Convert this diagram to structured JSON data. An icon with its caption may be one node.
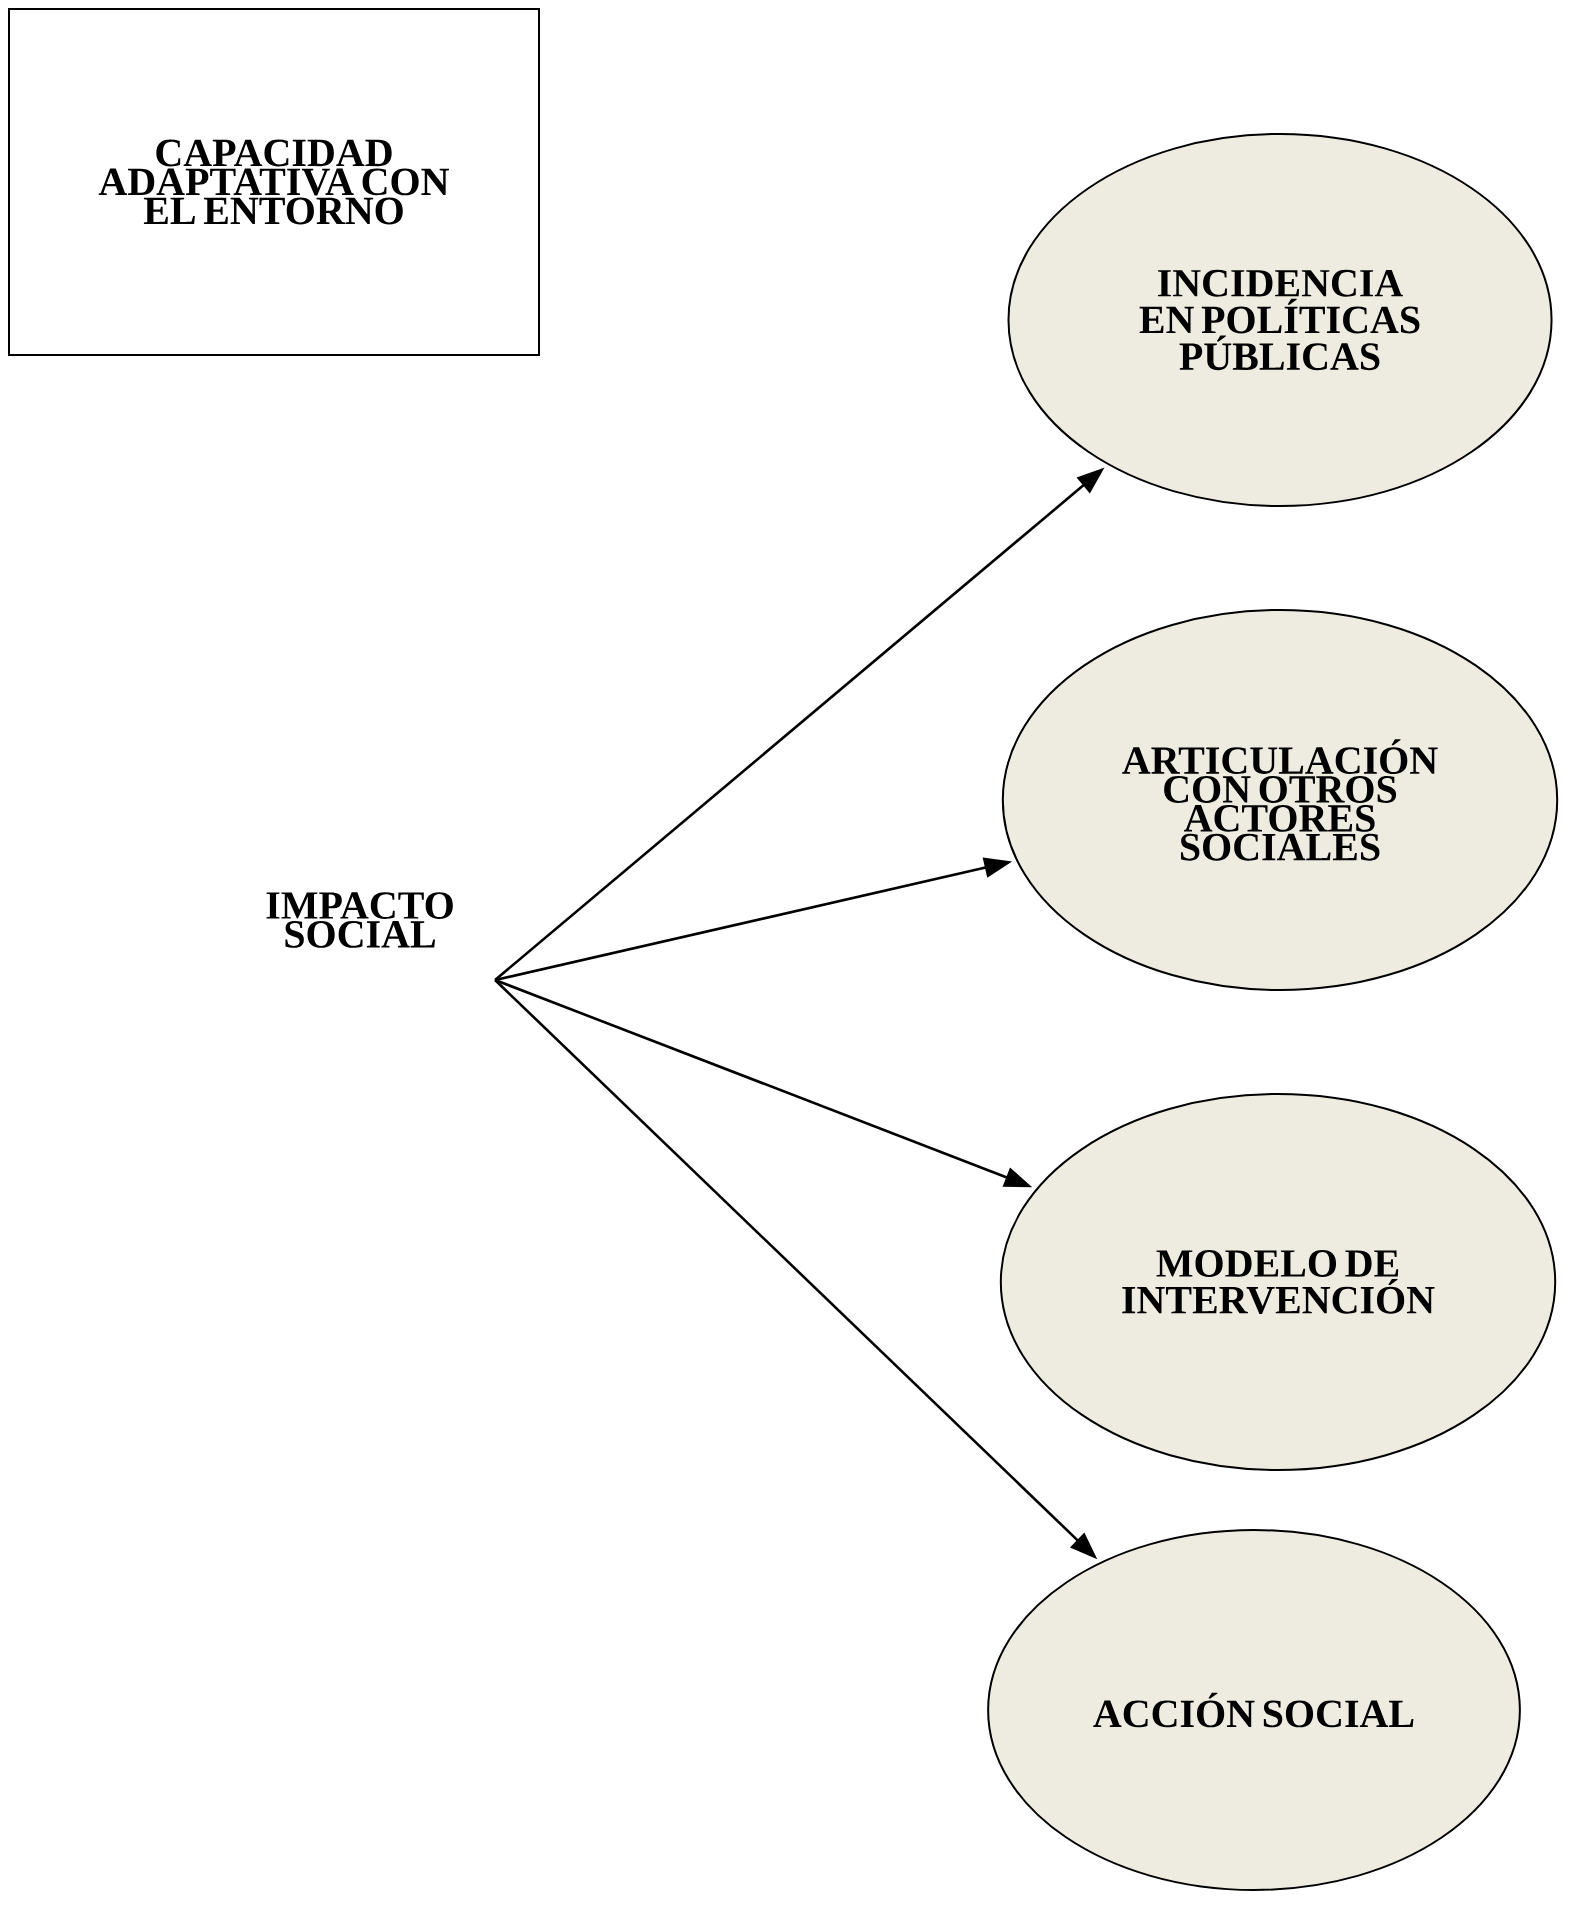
{
  "diagram": {
    "nodes": [
      {
        "text": [
          "CAPACIDAD ADAPTATIVA CON EL ENTORNO"
        ]
      },
      {
        "text": [
          "IMPACTO SOCIAL"
        ]
      },
      {
        "text": [
          "INCIDENCIA EN POLÍTICAS PÚBLICAS"
        ]
      },
      {
        "text": [
          "ARTICULACIÓN CON OTROS ACTORES SOCIALES"
        ]
      },
      {
        "text": [
          "MODELO DE INTERVENCIÓN"
        ]
      },
      {
        "text": [
          "ACCIÓN SOCIAL"
        ]
      }
    ],
    "edges": [
      {
        "from": 1,
        "to": 2,
        "arrow": "to"
      },
      {
        "from": 1,
        "to": 3,
        "arrow": "to"
      },
      {
        "from": 1,
        "to": 4,
        "arrow": "to"
      },
      {
        "from": 1,
        "to": 5,
        "arrow": "to"
      }
    ]
  }
}
